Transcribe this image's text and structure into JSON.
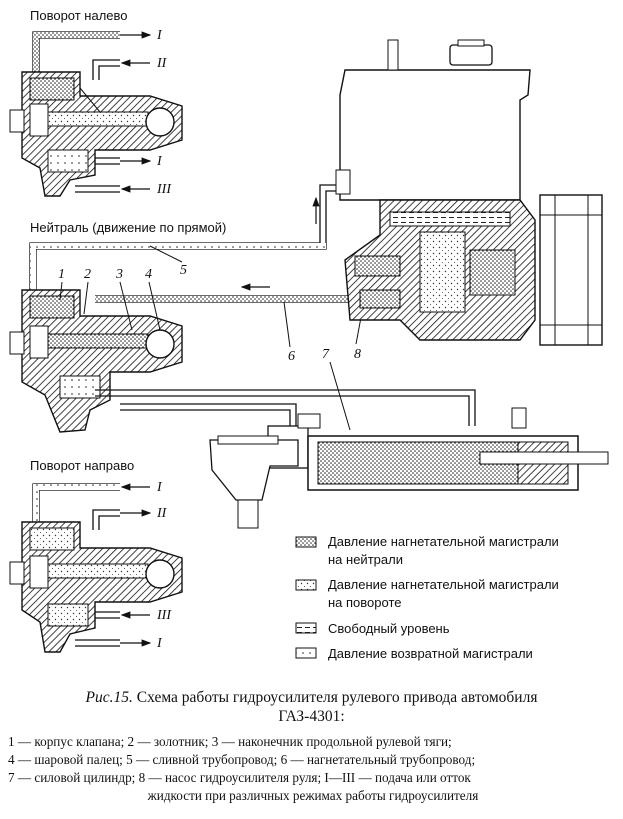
{
  "modes": {
    "left": "Поворот налево",
    "neutral": "Нейтраль (движение по прямой)",
    "right": "Поворот направо"
  },
  "roman_labels": {
    "I": "I",
    "II": "II",
    "III": "III"
  },
  "part_numbers": [
    "1",
    "2",
    "3",
    "4",
    "5",
    "6",
    "7",
    "8"
  ],
  "legend": [
    {
      "pattern": "dense-dots",
      "text": [
        "Давление нагнетательной магистрали",
        "на нейтрали"
      ]
    },
    {
      "pattern": "light-dots",
      "text": [
        "Давление нагнетательной магистрали",
        "на повороте"
      ]
    },
    {
      "pattern": "dashes",
      "text": [
        "Свободный уровень"
      ]
    },
    {
      "pattern": "sparse-dots",
      "text": [
        "Давление возвратной магистрали"
      ]
    }
  ],
  "caption": {
    "figure": "Рис.15.",
    "title_line1": "Схема работы гидроусилителя рулевого привода автомобиля",
    "title_line2": "ГАЗ-4301:",
    "desc_lines": [
      "1 — корпус клапана; 2 — золотник; 3 — наконечник продольной рулевой тяги;",
      "4 — шаровой палец; 5 — сливной трубопровод; 6 — нагнетательный трубопровод;",
      "7 — силовой цилиндр; 8 — насос гидроусилителя руля; I—III — подача или отток",
      "жидкости при различных режимах работы гидроусилителя"
    ]
  }
}
